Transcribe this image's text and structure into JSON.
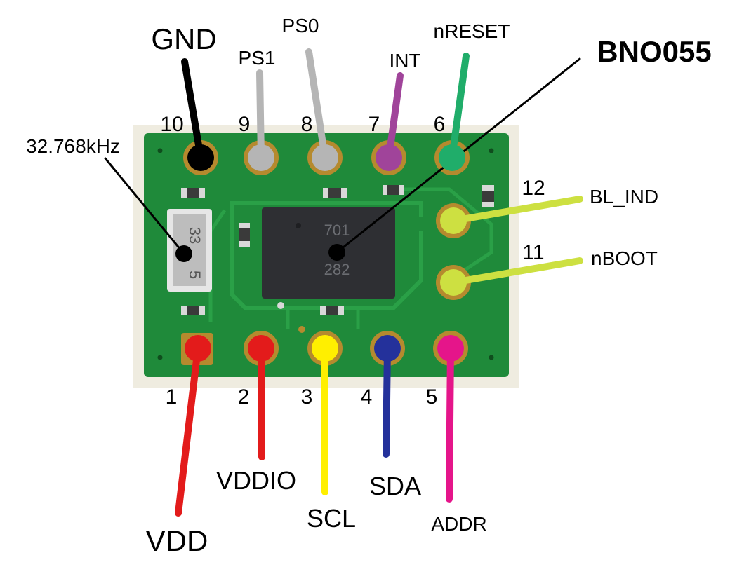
{
  "title": "BNO055",
  "crystal_label": "32.768kHz",
  "chip_marking": [
    "701",
    "",
    "282"
  ],
  "crystal_marking": [
    "33",
    "5"
  ],
  "colors": {
    "board": "#1f8a3a",
    "board_edge": "#176d2c",
    "trace": "#2aa047",
    "outline": "#f2f0e6",
    "pad_gold": "#b58a2e",
    "chip": "#2e2f33",
    "gnd": "#000000",
    "ps": "#b5b5b5",
    "int": "#a0449a",
    "nreset": "#20ad6a",
    "bl_ind": "#cde041",
    "nboot": "#cde041",
    "vdd": "#e31b1b",
    "vddio": "#e31b1b",
    "scl": "#ffef00",
    "sda": "#24319b",
    "addr": "#e5158a"
  },
  "pins": [
    {
      "number": "1",
      "name": "VDD"
    },
    {
      "number": "2",
      "name": "VDDIO"
    },
    {
      "number": "3",
      "name": "SCL"
    },
    {
      "number": "4",
      "name": "SDA"
    },
    {
      "number": "5",
      "name": "ADDR"
    },
    {
      "number": "6",
      "name": "nRESET"
    },
    {
      "number": "7",
      "name": "INT"
    },
    {
      "number": "8",
      "name": "PS0"
    },
    {
      "number": "9",
      "name": "PS1"
    },
    {
      "number": "10",
      "name": "GND"
    },
    {
      "number": "11",
      "name": "nBOOT"
    },
    {
      "number": "12",
      "name": "BL_IND"
    }
  ]
}
